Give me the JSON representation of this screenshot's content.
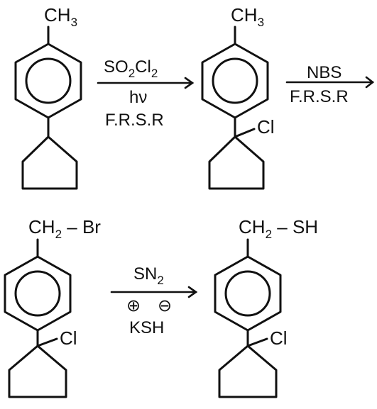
{
  "molecules": {
    "m1": {
      "top_group": "CH",
      "top_sub": "3"
    },
    "m2": {
      "top_group": "CH",
      "top_sub": "3",
      "substituent": "Cl"
    },
    "m3": {
      "top_group": "CH",
      "top_sub": "2",
      "top_suffix": " – Br",
      "substituent": "Cl"
    },
    "m4": {
      "top_group": "CH",
      "top_sub": "2",
      "top_suffix": " – SH",
      "substituent": "Cl"
    }
  },
  "reactions": {
    "r1": {
      "reagent_parts": [
        "SO",
        "2",
        "Cl",
        "2"
      ],
      "line2": "hν",
      "line3": "F.R.S.R"
    },
    "r2": {
      "reagent": "NBS",
      "line2": "F.R.S.R"
    },
    "r3": {
      "reagent": "SN",
      "reagent_sub": "2",
      "plus_sign": "⊕",
      "minus_sign": "⊖",
      "line3": "KSH"
    }
  },
  "colors": {
    "ink": "#111111",
    "background": "#ffffff"
  }
}
